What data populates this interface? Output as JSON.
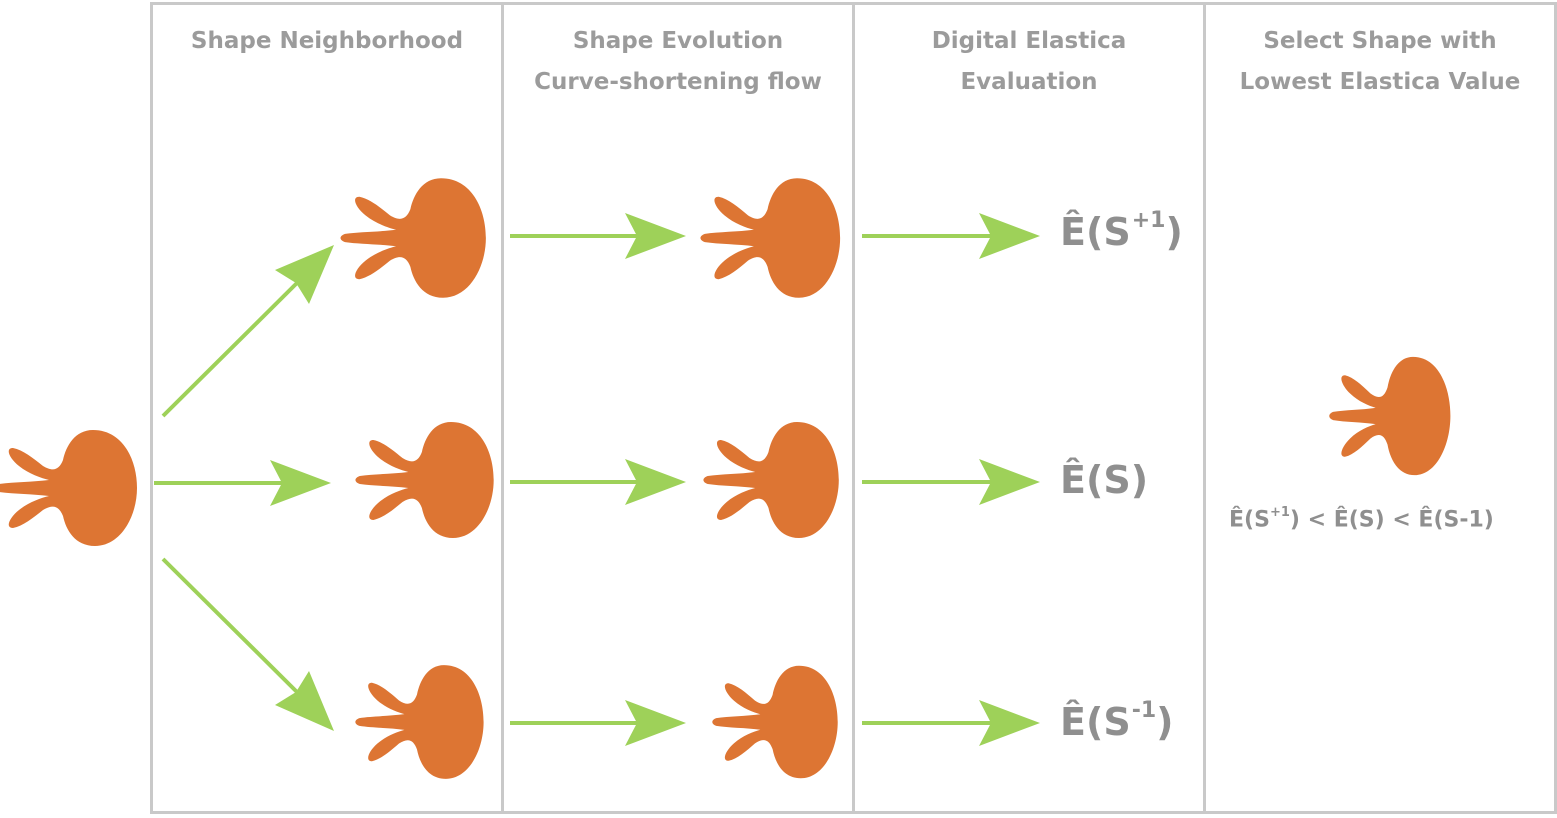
{
  "panels": [
    {
      "title_lines": [
        "Shape Neighborhood"
      ]
    },
    {
      "title_lines": [
        "Shape Evolution",
        "Curve-shortening flow"
      ]
    },
    {
      "title_lines": [
        "Digital Elastica",
        "Evaluation"
      ]
    },
    {
      "title_lines": [
        "Select Shape with",
        "Lowest Elastica Value"
      ]
    }
  ],
  "energies": {
    "top": {
      "base": "Ê(S",
      "sup": "+1",
      "close": ")"
    },
    "middle": {
      "base": "Ê(S",
      "sup": "",
      "close": ")"
    },
    "bottom": {
      "base": "Ê(S",
      "sup": "-1",
      "close": ")"
    }
  },
  "inequality": {
    "part1": "Ê(S",
    "sup1": "+1",
    "part2": ") < Ê(S) < Ê(S-1)"
  },
  "colors": {
    "shape_fill": "#dd7533",
    "arrow": "#9ed159",
    "panel_border": "#c9c9c9",
    "header_text": "#9b9b9b",
    "energy_text": "#8f8f8f"
  }
}
